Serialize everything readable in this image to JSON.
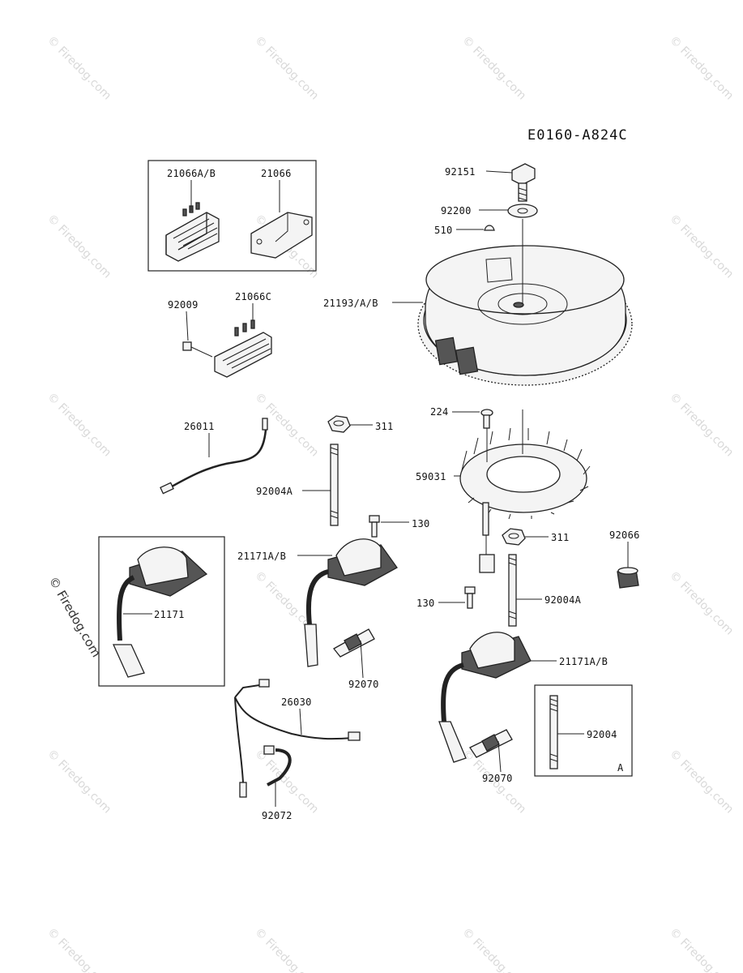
{
  "diagram_code": "E0160-A824C",
  "watermark": "© Firedog.com",
  "side_watermark": "© Firedog.com",
  "labels": {
    "p21066ab": "21066A/B",
    "p21066": "21066",
    "p92009": "92009",
    "p21066c": "21066C",
    "p26011": "26011",
    "p311a": "311",
    "p92004a_left": "92004A",
    "p130_left": "130",
    "p21171ab_left": "21171A/B",
    "p21171": "21171",
    "p92070_left": "92070",
    "p26030": "26030",
    "p92072": "92072",
    "p92151": "92151",
    "p92200": "92200",
    "p510": "510",
    "p21193": "21193/A/B",
    "p224": "224",
    "p59031": "59031",
    "p311b": "311",
    "p92066": "92066",
    "p130_right": "130",
    "p92004a_right": "92004A",
    "p21171ab_right": "21171A/B",
    "p92004": "92004",
    "inset_a": "A",
    "p92070_right": "92070"
  }
}
